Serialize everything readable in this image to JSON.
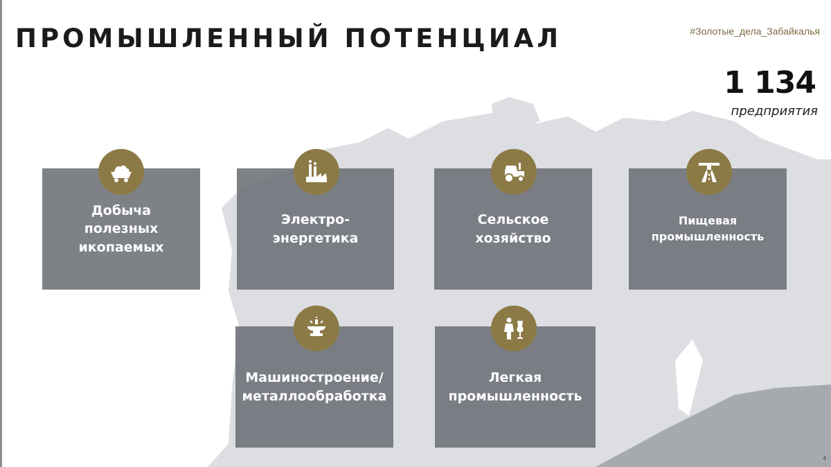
{
  "header": {
    "title": "ПРОМЫШЛЕННЫЙ ПОТЕНЦИАЛ",
    "hashtag": "#Золотые_дела_Забайкалья"
  },
  "stat": {
    "number": "1 134",
    "label": "предприятия"
  },
  "sectors": [
    {
      "label": "Добыча\nполезных\nикопаемых",
      "icon": "mine-cart-icon"
    },
    {
      "label": "Электро-\nэнергетика",
      "icon": "power-plant-icon"
    },
    {
      "label": "Сельское\nхозяйство",
      "icon": "tractor-icon"
    },
    {
      "label": "Пищевая\nпромышленность",
      "icon": "conveyor-icon"
    },
    {
      "label": "Машиностроение/\nметаллообработка",
      "icon": "anvil-icon"
    },
    {
      "label": "Легкая\nпромышленность",
      "icon": "tailor-mannequin-icon"
    }
  ],
  "page_number": "4",
  "colors": {
    "accent_gold": "#8c7a46",
    "card_gray": "#6c7176",
    "map_gray": "#d7d9dd"
  }
}
